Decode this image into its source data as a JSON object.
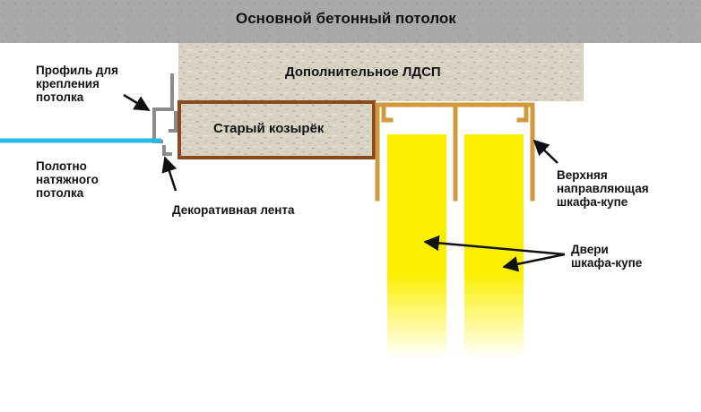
{
  "labels": {
    "concrete_ceiling": "Основной бетонный потолок",
    "extra_chipboard": "Дополнительное ЛДСП",
    "old_canopy": "Старый козырёк",
    "ceiling_profile": "Профиль для\nкрепления\nпотолка",
    "stretch_sheet": "Полотно\nнатяжного\nпотолка",
    "decor_tape": "Декоративная лента",
    "top_rail": "Верхняя\nнаправляющая\nшкафа-купе",
    "doors": "Двери\nшкафа-купе"
  },
  "colors": {
    "concrete": "#a9a9a7",
    "chipboard": "#d8d3c3",
    "canopy_edge": "#8a4a1e",
    "rail": "#d29a3c",
    "door": "#fbef00",
    "stretch_sheet": "#29b6e8",
    "profile": "#8c8c8c",
    "arrow": "#111111"
  }
}
